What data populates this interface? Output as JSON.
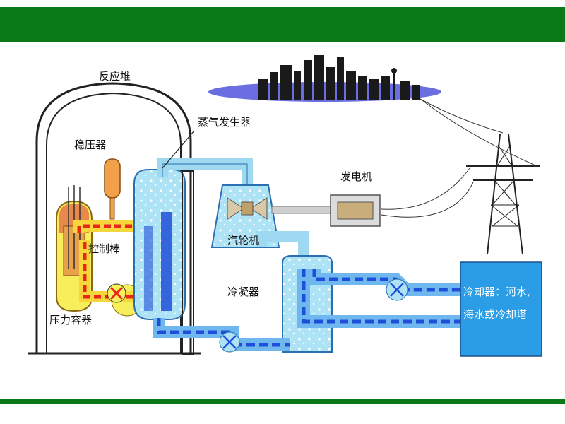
{
  "labels": {
    "reactor_building": "反应堆",
    "pressurizer": "稳压器",
    "steam_generator": "蒸气发生器",
    "control_rod": "控制棒",
    "pressure_vessel": "压力容器",
    "generator": "发电机",
    "turbine": "汽轮机",
    "condenser": "冷凝器",
    "cooler_line1": "冷却器：河水,",
    "cooler_line2": "海水或冷却塔"
  },
  "colors": {
    "header_green": "#0a7a18",
    "hot_loop": "#e8261c",
    "cold_loop": "#1f4fd8",
    "water": "#7fd0f0",
    "cooler_box": "#2a9de6"
  }
}
